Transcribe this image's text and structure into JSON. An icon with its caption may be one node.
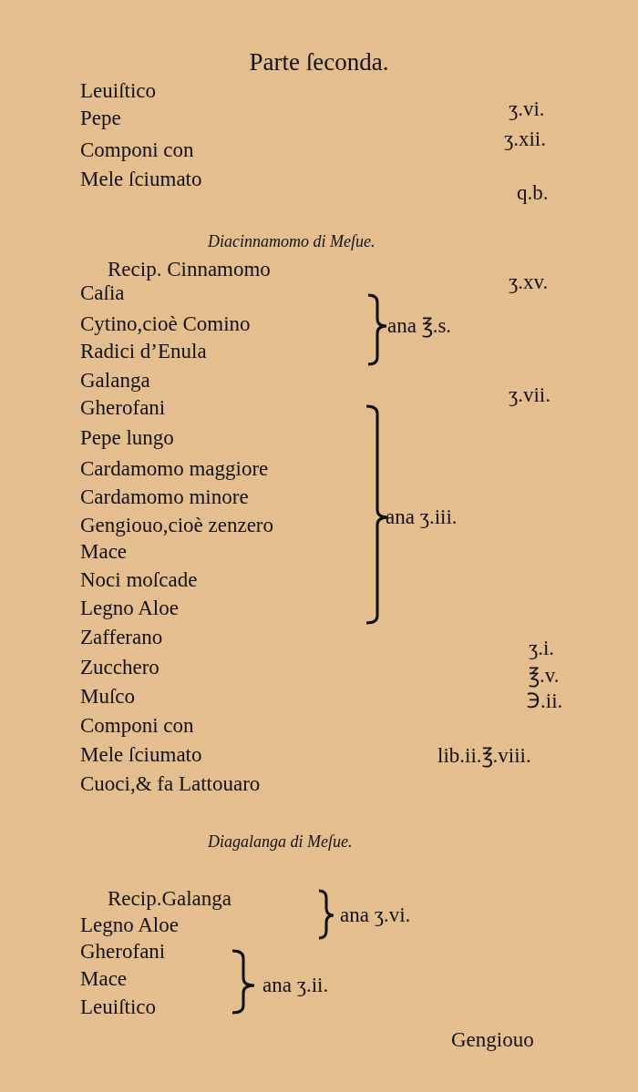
{
  "diagram": {
    "title": "Parte ſeconda.",
    "labels": [
      "Leuiſtico",
      "ʒ.vi.",
      "Pepe",
      "ʒ.xii.",
      "Componi con",
      "Mele ſciumato",
      "q.b.",
      "Diacinnamomo di Meſue.",
      "Recip. Cinnamomo",
      "ʒ.xv.",
      "Caſia",
      "Cytino,cioè Comino",
      "ana ℥.s.",
      "Radici d’Enula",
      "Galanga",
      "ʒ.vii.",
      "Gherofani",
      "Pepe lungo",
      "Cardamomo maggiore",
      "Cardamomo minore",
      "Gengiouo,cioè zenzero",
      "ana ʒ.iii.",
      "Mace",
      "Noci moſcade",
      "Legno Aloe",
      "Zafferano",
      "ʒ.i.",
      "Zucchero",
      "℥.v.",
      "Muſco",
      "℈.ii.",
      "Componi con",
      "Mele ſciumato",
      "lib.ii.℥.viii.",
      "Cuoci,& fa Lattouaro",
      "Diagalanga di Meſue.",
      "Recip.Galanga",
      "ana ʒ.vi.",
      "Legno Aloe",
      "Gherofani",
      "Mace",
      "ana ʒ.ii.",
      "Leuiſtico",
      "Gengiouo"
    ]
  }
}
